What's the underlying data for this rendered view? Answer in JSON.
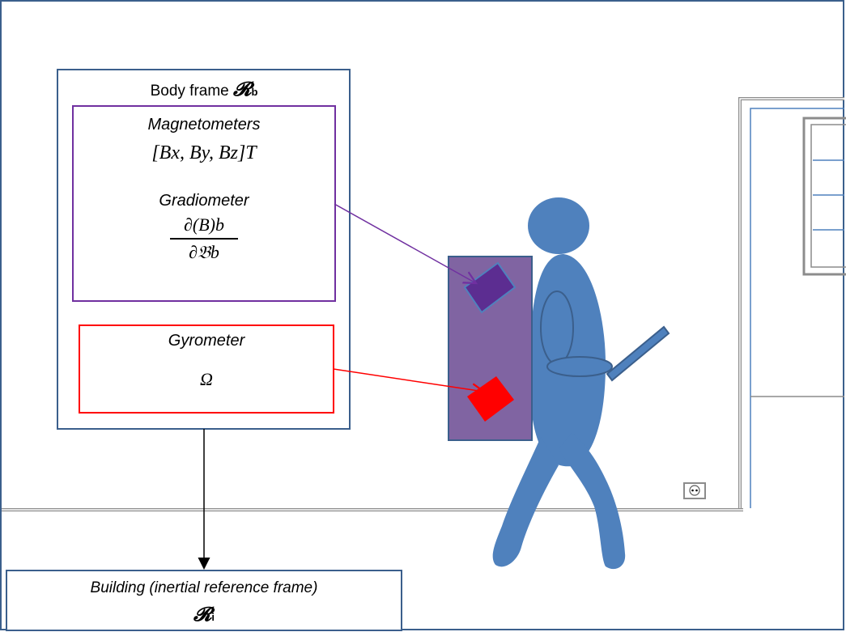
{
  "body_frame": {
    "title": "Body frame",
    "symbol": "𝓡",
    "symbol_sub": "b"
  },
  "magnetometers": {
    "title": "Magnetometers",
    "formula": "[Bx, By, Bz]T",
    "color": "#7030a0"
  },
  "gradiometer": {
    "title": "Gradiometer",
    "numerator": "∂(B)b",
    "denominator": "∂𝔅b"
  },
  "gyrometer": {
    "title": "Gyrometer",
    "symbol": "Ω",
    "color": "#ff0000"
  },
  "building": {
    "title": "Building (inertial reference frame)",
    "symbol": "𝓡",
    "symbol_sub": "i"
  },
  "colors": {
    "person": "#4f81bd",
    "backpack": "#8064a2",
    "frame_border": "#3b5f8c",
    "sensor_purple": "#5c2d91",
    "sensor_red": "#ff0000"
  }
}
